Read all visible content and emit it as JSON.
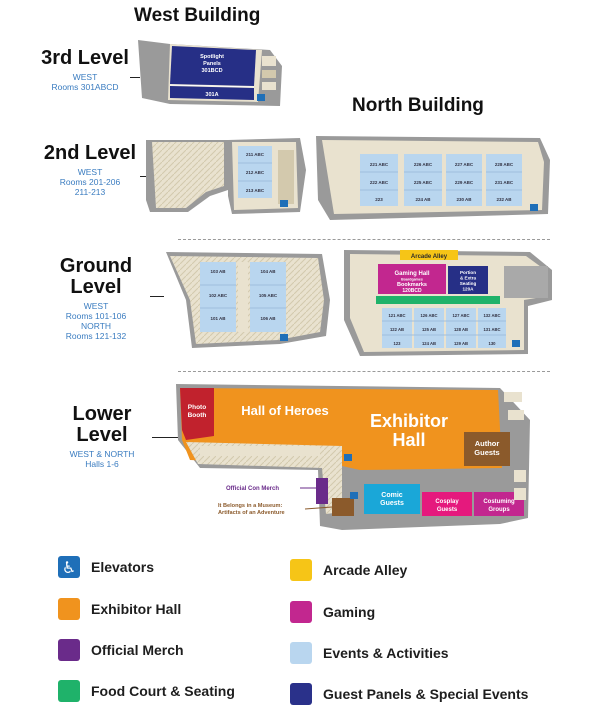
{
  "buildings": {
    "west": "West Building",
    "north": "North Building"
  },
  "levels": {
    "third": {
      "title": "3rd Level",
      "sub": [
        "WEST",
        "Rooms 301ABCD"
      ]
    },
    "second": {
      "title": "2nd Level",
      "sub": [
        "WEST",
        "Rooms 201-206",
        "211-213"
      ]
    },
    "ground": {
      "title": "Ground Level",
      "sub": [
        "WEST",
        "Rooms 101-106",
        "NORTH",
        "Rooms 121-132"
      ]
    },
    "lower": {
      "title": "Lower Level",
      "sub": [
        "WEST & NORTH",
        "Halls 1-6"
      ]
    }
  },
  "areas": {
    "spotlight": [
      "Spotlight",
      "Panels",
      "301BCD"
    ],
    "r301a": "301A",
    "arcade_alley": "Arcade Alley",
    "gaming_hall": [
      "Gaming Hall",
      "Boardgames",
      "Bookmarks",
      "120BCD"
    ],
    "portion": [
      "Portion",
      "& Extra",
      "Seating",
      "120A"
    ],
    "photo_booth": [
      "Photo",
      "Booth"
    ],
    "hall_of_heroes": "Hall of Heroes",
    "exhibitor_hall": [
      "Exhibitor",
      "Hall"
    ],
    "author_guests": [
      "Author",
      "Guests"
    ],
    "comic_guests": [
      "Comic",
      "Guests"
    ],
    "cosplay_guests": [
      "Cosplay",
      "Guests"
    ],
    "costuming_groups": [
      "Costuming",
      "Groups"
    ],
    "official_con_merch": "Official Con Merch",
    "museum": [
      "It Belongs in a Museum:",
      "Artifacts of an Adventure"
    ]
  },
  "rooms": {
    "west2": [
      "211 ABC",
      "212 ABC",
      "213 ABC"
    ],
    "north2_top": [
      "221 ABC",
      "226 ABC",
      "227 ABC",
      "228 ABC"
    ],
    "north2_mid": [
      "222 ABC",
      "225 ABC",
      "229 ABC",
      "231 ABC"
    ],
    "north2_bot": [
      "223",
      "224 AB",
      "230 AB",
      "232 AB"
    ],
    "west_ground": [
      "103 AB",
      "104 AB",
      "102 ABC",
      "105 ABC",
      "101 AB",
      "106 AB"
    ],
    "north_ground_top": [
      "121 ABC",
      "126 ABC",
      "127 ABC",
      "132 ABC"
    ],
    "north_ground_mid": [
      "122 AB",
      "125 AB",
      "128 AB",
      "131 ABC"
    ],
    "north_ground_bot": [
      "123",
      "124 AB",
      "129 AB",
      "130"
    ]
  },
  "legend": [
    {
      "label": "Elevators",
      "color": "#1f6fb8",
      "icon": "accessible-elevator-icon"
    },
    {
      "label": "Arcade Alley",
      "color": "#f6c517"
    },
    {
      "label": "Exhibitor Hall",
      "color": "#f0931e"
    },
    {
      "label": "Gaming",
      "color": "#c2278f"
    },
    {
      "label": "Official Merch",
      "color": "#6a2b8a"
    },
    {
      "label": "Events & Activities",
      "color": "#b9d6ef"
    },
    {
      "label": "Food Court & Seating",
      "color": "#1fb26a"
    },
    {
      "label": "Guest Panels & Special Events",
      "color": "#2a318a"
    }
  ]
}
